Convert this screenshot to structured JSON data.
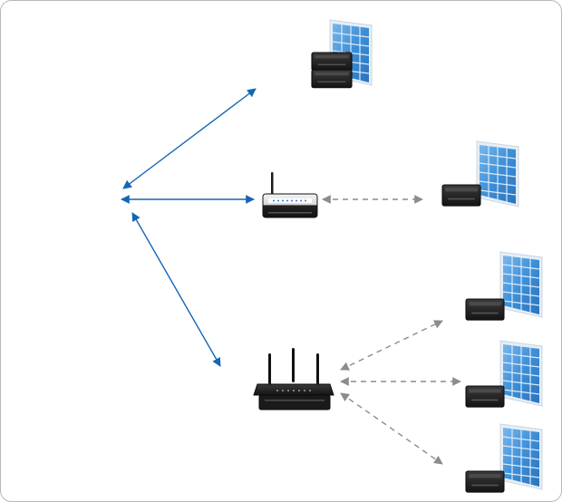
{
  "diagram": {
    "colors": {
      "solid_link": "#1566b4",
      "dashed_link": "#8c8c8c",
      "frame_border": "#b9b9b9",
      "panel_cell": "#3c8fd8",
      "panel_cell_light": "#79b7ec",
      "panel_frame": "#e6eef6",
      "device_body": "#1d1d1d",
      "device_shade": "#3a3a3a"
    },
    "nodes": [
      {
        "id": "hub",
        "kind": "connection-point",
        "icon": "hub-point"
      },
      {
        "id": "solar-unit-top",
        "kind": "solar-battery-unit",
        "icon": "solar-battery-stack-icon",
        "stacked": true
      },
      {
        "id": "gateway-wifi",
        "kind": "wireless-gateway",
        "icon": "wifi-gateway-icon"
      },
      {
        "id": "solar-unit-mid",
        "kind": "solar-battery-unit",
        "icon": "solar-battery-icon"
      },
      {
        "id": "router",
        "kind": "wireless-router",
        "icon": "router-icon"
      },
      {
        "id": "solar-unit-a",
        "kind": "solar-battery-unit",
        "icon": "solar-battery-icon"
      },
      {
        "id": "solar-unit-b",
        "kind": "solar-battery-unit",
        "icon": "solar-battery-icon"
      },
      {
        "id": "solar-unit-c",
        "kind": "solar-battery-unit",
        "icon": "solar-battery-icon"
      }
    ],
    "links": [
      {
        "from": "hub",
        "to": "solar-unit-top",
        "style": "solid",
        "bidirectional": true
      },
      {
        "from": "hub",
        "to": "gateway-wifi",
        "style": "solid",
        "bidirectional": true
      },
      {
        "from": "hub",
        "to": "router",
        "style": "solid",
        "bidirectional": true
      },
      {
        "from": "gateway-wifi",
        "to": "solar-unit-mid",
        "style": "dashed",
        "bidirectional": true
      },
      {
        "from": "router",
        "to": "solar-unit-a",
        "style": "dashed",
        "bidirectional": true
      },
      {
        "from": "router",
        "to": "solar-unit-b",
        "style": "dashed",
        "bidirectional": true
      },
      {
        "from": "router",
        "to": "solar-unit-c",
        "style": "dashed",
        "bidirectional": true
      }
    ]
  }
}
